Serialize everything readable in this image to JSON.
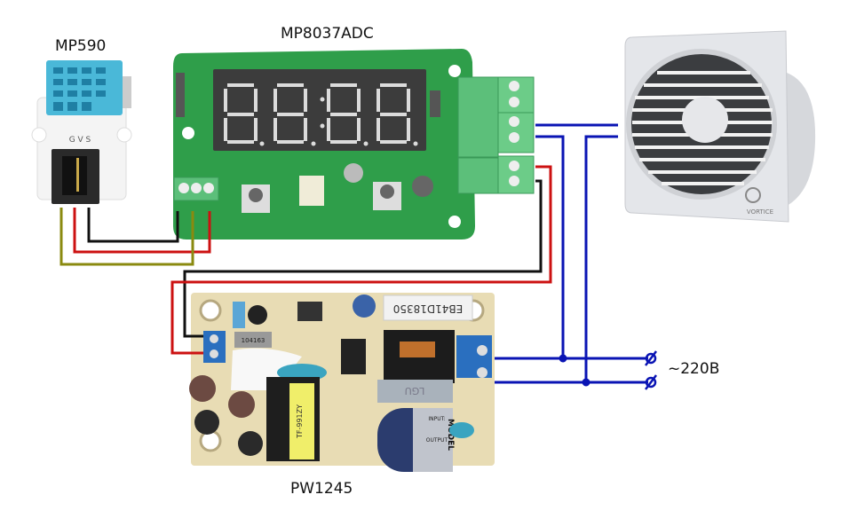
{
  "labels": {
    "sensor": "MP590",
    "controller": "MP8037ADC",
    "psu": "PW1245",
    "mains": "~220B"
  },
  "sensor_pins": "G V S",
  "psu_markings": {
    "transformer": "EB41D18350",
    "choke": "LGU",
    "capacitor": "TF-991ZY",
    "inductor": "104163",
    "brand_label": "MODEL",
    "input_label": "INPUT:",
    "output_label": "OUTPUT"
  },
  "fan_brand": "VORTICE",
  "colors": {
    "wire_black": "#111111",
    "wire_red": "#cc1111",
    "wire_olive": "#8a8a10",
    "wire_blue": "#0a14b4",
    "pcb_green": "#2f9e4a",
    "terminal_green": "#5cbf7a",
    "psu_board": "#e8dcb4",
    "terminal_blue": "#2a6fbf",
    "sensor_blue": "#4ab8d8",
    "fan_grey": "#e4e6ea"
  }
}
